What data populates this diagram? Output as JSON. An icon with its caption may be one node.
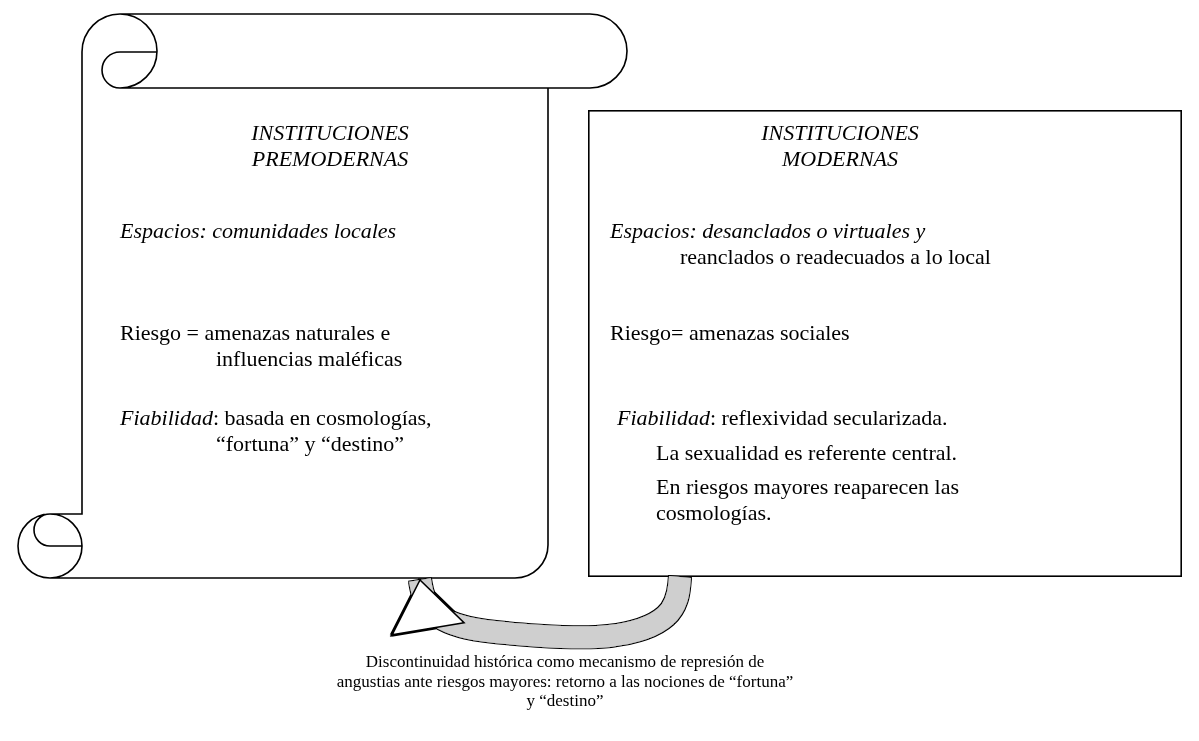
{
  "diagram": {
    "nodes": [
      {
        "text": [
          "INSTITUCIONES PREMODERNAS",
          "Espacios: comunidades locales",
          "Riesgo = amenazas naturales e influencias maléficas",
          "*Fiabilidad*: basada en cosmologías, “fortuna” y “destino”"
        ]
      },
      {
        "text": [
          "INSTITUCIONES MODERNAS",
          "*Espacios: desanclados o virtuales y* reanclados o readecuados a lo local",
          "Riesgo= amenazas sociales",
          "*Fiabilidad*: reflexividad secularizada.",
          "La sexualidad es referente central.",
          "En riesgos mayores reaparecen las cosmologías."
        ]
      }
    ],
    "edges": [
      {
        "from": 1,
        "to": 0,
        "arrow": "to",
        "label": "Discontinuidad histórica como mecanismo de represión de angustias ante riesgos mayores: retorno a las nociones de “fortuna” y “destino”"
      }
    ]
  }
}
